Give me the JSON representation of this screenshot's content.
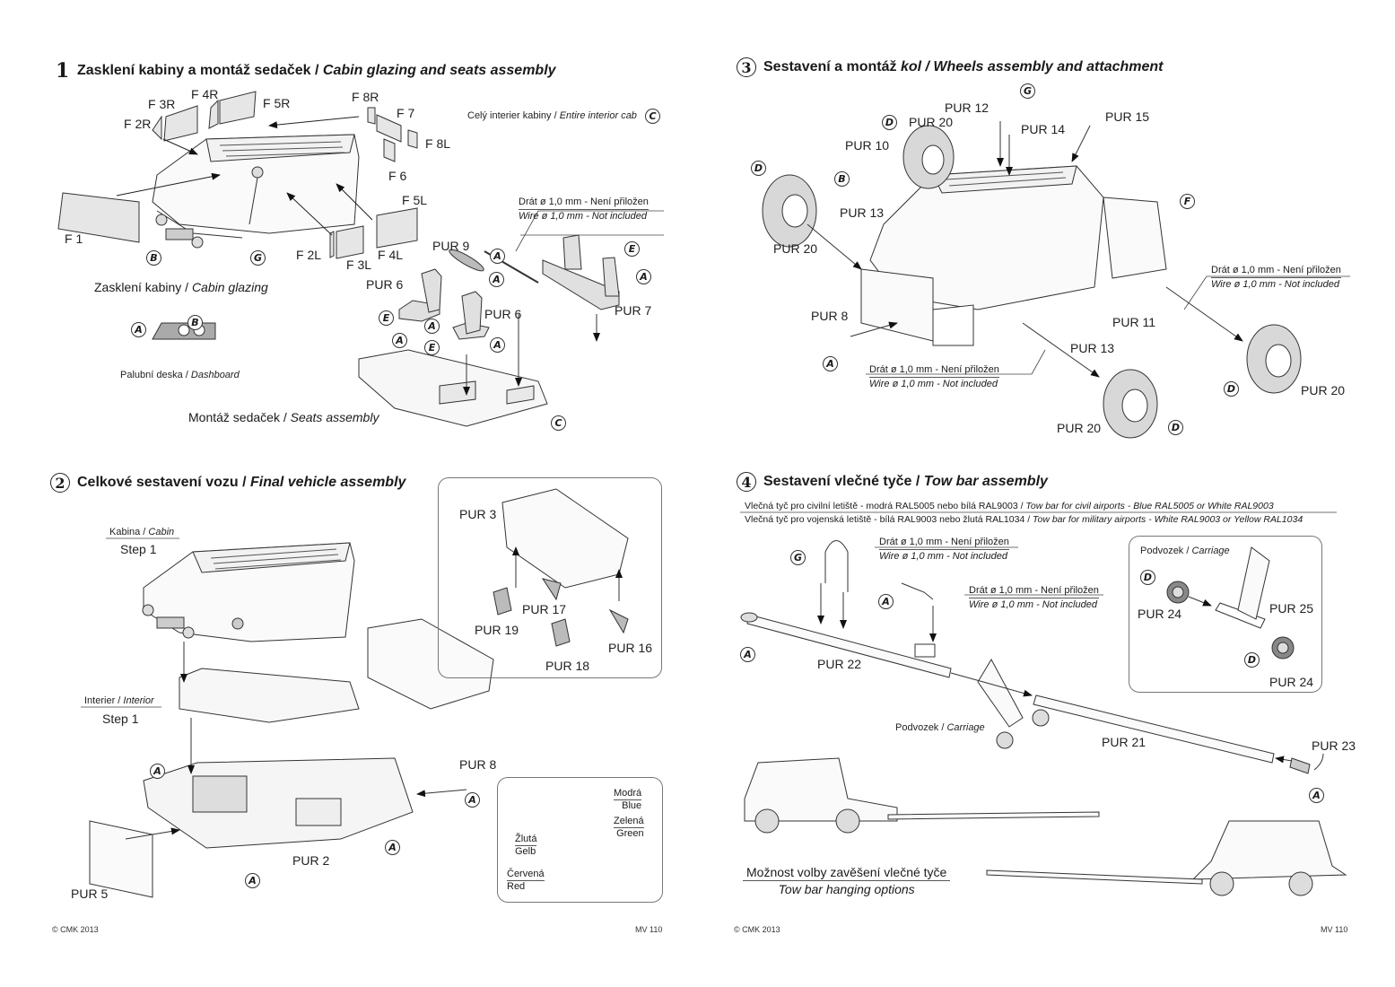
{
  "pages": {
    "left": {
      "footer_left": "© CMK 2013",
      "footer_right": "MV 110"
    },
    "right": {
      "footer_left": "© CMK 2013",
      "footer_right": "MV 110"
    }
  },
  "section1": {
    "number": "1",
    "title_cz": "Zasklení kabiny a montáž sedaček / ",
    "title_en": "Cabin glazing and seats assembly",
    "glass_parts": [
      "F 1",
      "F 2R",
      "F 3R",
      "F 4R",
      "F 5R",
      "F 8R",
      "F 7",
      "F 8L",
      "F 6",
      "F 5L",
      "F 2L",
      "F 3L",
      "F 4L"
    ],
    "codes": {
      "b": "B",
      "g": "G",
      "c": "C",
      "a": "A",
      "e": "E"
    },
    "entire_interior_cz": "Celý interier kabiny / ",
    "entire_interior_en": "Entire interior cab",
    "cabin_glazing_cz": "Zasklení kabiny / ",
    "cabin_glazing_en": "Cabin glazing",
    "dashboard_cz": "Palubní deska / ",
    "dashboard_en": "Dashboard",
    "seats_cz": "Montáž sedaček / ",
    "seats_en": "Seats assembly",
    "wire_cz": "Drát ø  1,0 mm - Není přiložen",
    "wire_en": "Wire ø  1,0 mm - Not included",
    "parts": {
      "pur9": "PUR 9",
      "pur6a": "PUR 6",
      "pur6b": "PUR 6",
      "pur7": "PUR 7"
    }
  },
  "section2": {
    "number": "2",
    "title_cz": "Celkové sestavení vozu / ",
    "title_en": "Final vehicle assembly",
    "cabin_cz": "Kabina / ",
    "cabin_en": "Cabin",
    "cabin_step": "Step 1",
    "interior_cz": "Interier / ",
    "interior_en": "Interior",
    "interior_step": "Step 1",
    "parts": {
      "pur2": "PUR 2",
      "pur3": "PUR 3",
      "pur5": "PUR 5",
      "pur8": "PUR 8",
      "pur16": "PUR 16",
      "pur17": "PUR 17",
      "pur18": "PUR 18",
      "pur19": "PUR 19"
    },
    "lights": {
      "blue_cz": "Modrá",
      "blue_en": "Blue",
      "green_cz": "Zelená",
      "green_en": "Green",
      "yellow_cz": "Žlutá",
      "yellow_en": "Gelb",
      "red_cz": "Červená",
      "red_en": "Red"
    }
  },
  "section3": {
    "number": "3",
    "title_cz": "Sestavení a montáž ",
    "title_cz_it": "kol / ",
    "title_en": "Wheels assembly and attachment",
    "parts": {
      "pur8": "PUR 8",
      "pur10": "PUR 10",
      "pur11": "PUR 11",
      "pur12": "PUR 12",
      "pur13a": "PUR 13",
      "pur13b": "PUR 13",
      "pur14": "PUR 14",
      "pur15": "PUR 15",
      "pur20a": "PUR 20",
      "pur20b": "PUR 20",
      "pur20c": "PUR 20",
      "pur20d": "PUR 20"
    },
    "wire_cz": "Drát ø  1,0 mm - Není přiložen",
    "wire_en": "Wire ø  1,0 mm - Not included"
  },
  "section4": {
    "number": "4",
    "title_cz": "Sestavení vlečné tyče / ",
    "title_en": "Tow bar assembly",
    "civil_cz": "Vlečná tyč pro civilní letiště - modrá RAL5005 nebo bílá RAL9003 / ",
    "civil_en": "Tow bar for civil airports - Blue RAL5005 or White RAL9003",
    "military_cz": "Vlečná tyč pro vojenská letiště - bílá RAL9003 nebo žlutá RAL1034 / ",
    "military_en": "Tow bar for military airports - White RAL9003 or Yellow RAL1034",
    "wire_cz": "Drát ø  1,0 mm - Není přiložen",
    "wire_en": "Wire ø  1,0 mm - Not included",
    "carriage_cz": "Podvozek / ",
    "carriage_en": "Carriage",
    "parts": {
      "pur21": "PUR 21",
      "pur22": "PUR 22",
      "pur23": "PUR 23",
      "pur24a": "PUR 24",
      "pur24b": "PUR 24",
      "pur25": "PUR 25"
    },
    "hanging_cz": "Možnost volby zavěšení vlečné tyče",
    "hanging_en": "Tow bar hanging options"
  }
}
